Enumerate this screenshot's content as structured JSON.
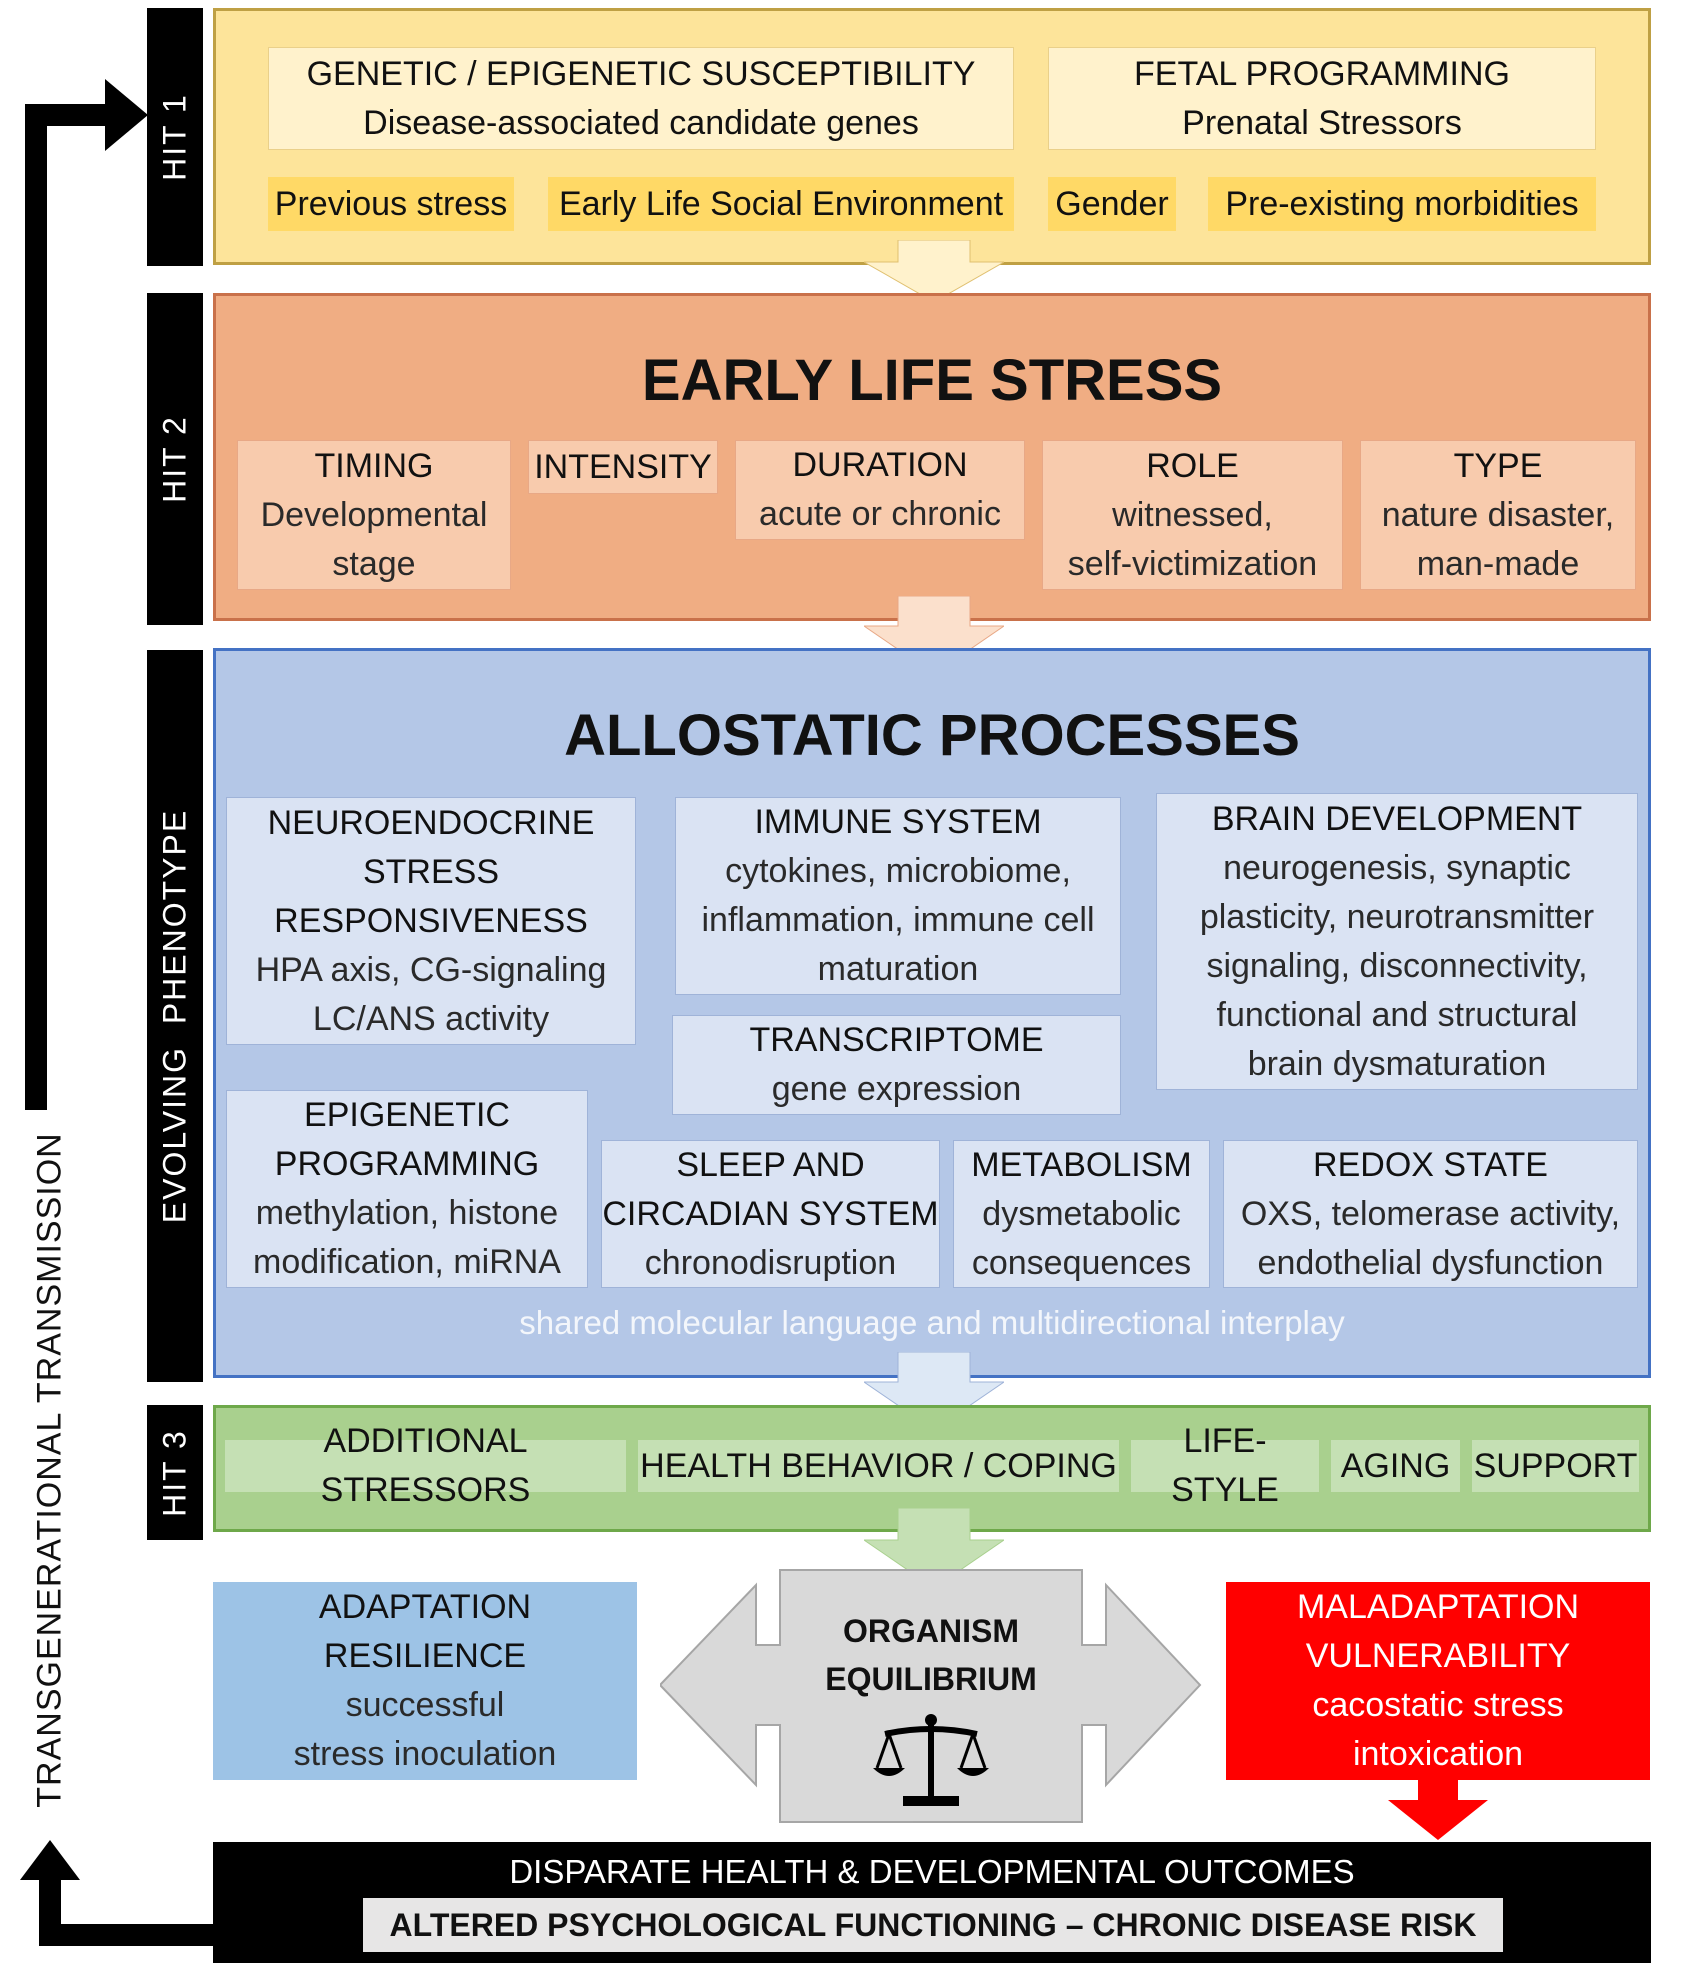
{
  "side": {
    "hit1": "HIT 1",
    "hit2": "HIT 2",
    "phenotype": "EVOLVING  PHENOTYPE",
    "hit3": "HIT 3",
    "transgenerational": "TRANSGENERATIONAL TRANSMISSION"
  },
  "hit1": {
    "genetic": {
      "title": "GENETIC / EPIGENETIC SUSCEPTIBILITY",
      "sub": "Disease-associated candidate genes"
    },
    "fetal": {
      "title": "FETAL PROGRAMMING",
      "sub": "Prenatal Stressors"
    },
    "tags": [
      "Previous stress",
      "Early Life Social Environment",
      "Gender",
      "Pre-existing morbidities"
    ]
  },
  "hit2": {
    "title": "EARLY LIFE STRESS",
    "timing": {
      "title": "TIMING",
      "sub1": "Developmental",
      "sub2": "stage"
    },
    "intensity": {
      "title": "INTENSITY"
    },
    "duration": {
      "title": "DURATION",
      "sub1": "acute or chronic"
    },
    "role": {
      "title": "ROLE",
      "sub1": "witnessed,",
      "sub2": "self-victimization"
    },
    "type": {
      "title": "TYPE",
      "sub1": "nature disaster,",
      "sub2": "man-made"
    }
  },
  "allostatic": {
    "title": "ALLOSTATIC PROCESSES",
    "neuro": {
      "l1": "NEUROENDOCRINE",
      "l2": "STRESS",
      "l3": "RESPONSIVENESS",
      "l4": "HPA axis, CG-signaling",
      "l5": "LC/ANS activity"
    },
    "immune": {
      "l1": "IMMUNE SYSTEM",
      "l2": "cytokines, microbiome,",
      "l3": "inflammation, immune cell",
      "l4": "maturation"
    },
    "brain": {
      "l1": "BRAIN DEVELOPMENT",
      "l2": "neurogenesis, synaptic",
      "l3": "plasticity, neurotransmitter",
      "l4": "signaling, disconnectivity,",
      "l5": "functional and structural",
      "l6": "brain dysmaturation"
    },
    "transcriptome": {
      "l1": "TRANSCRIPTOME",
      "l2": "gene expression"
    },
    "epigenetic": {
      "l1": "EPIGENETIC",
      "l2": "PROGRAMMING",
      "l3": "methylation, histone",
      "l4": "modification, miRNA"
    },
    "sleep": {
      "l1": "SLEEP AND",
      "l2": "CIRCADIAN SYSTEM",
      "l3": "chronodisruption"
    },
    "metabolism": {
      "l1": "METABOLISM",
      "l2": "dysmetabolic",
      "l3": "consequences"
    },
    "redox": {
      "l1": "REDOX STATE",
      "l2": "OXS, telomerase activity,",
      "l3": "endothelial dysfunction"
    },
    "footer": "shared molecular language and multidirectional interplay"
  },
  "hit3": {
    "tags": [
      "ADDITIONAL STRESSORS",
      "HEALTH BEHAVIOR / COPING",
      "LIFE-STYLE",
      "AGING",
      "SUPPORT"
    ]
  },
  "outcome": {
    "adaptation": {
      "l1": "ADAPTATION",
      "l2": "RESILIENCE",
      "l3": "successful",
      "l4": "stress inoculation"
    },
    "equilibrium": {
      "l1": "ORGANISM",
      "l2": "EQUILIBRIUM"
    },
    "maladaptation": {
      "l1": "MALADAPTATION",
      "l2": "VULNERABILITY",
      "l3": "cacostatic stress",
      "l4": "intoxication"
    },
    "disparate": "DISPARATE HEALTH & DEVELOPMENTAL OUTCOMES",
    "altered": "ALTERED PSYCHOLOGICAL FUNCTIONING – CHRONIC DISEASE RISK"
  },
  "colors": {
    "yellow_panel": "#fde49a",
    "orange_panel": "#f0ad83",
    "blue_panel": "#b4c7e7",
    "green_panel": "#a9d08e",
    "adaptation": "#9dc3e6",
    "maladaptation": "#ff0000",
    "equilibrium": "#d9d9d9"
  }
}
